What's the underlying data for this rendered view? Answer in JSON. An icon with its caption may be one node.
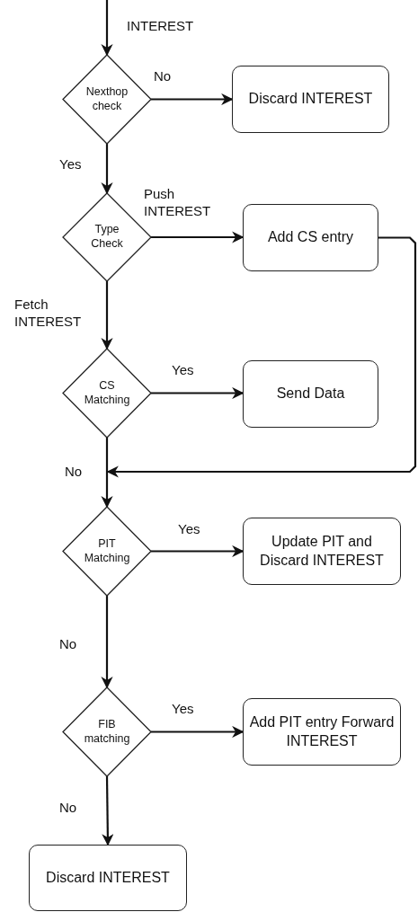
{
  "diagram": {
    "nodes": [
      {
        "text": [
          "Nexthop check"
        ]
      },
      {
        "text": [
          "Discard INTEREST"
        ]
      },
      {
        "text": [
          "Type Check"
        ]
      },
      {
        "text": [
          "Add CS entry"
        ]
      },
      {
        "text": [
          "CS Matching"
        ]
      },
      {
        "text": [
          "Send Data"
        ]
      },
      {
        "text": [
          "PIT Matching"
        ]
      },
      {
        "text": [
          "Update PIT and Discard INTEREST"
        ]
      },
      {
        "text": [
          "FIB matching"
        ]
      },
      {
        "text": [
          "Add PIT entry Forward INTEREST"
        ]
      },
      {
        "text": [
          "Discard INTEREST"
        ]
      }
    ],
    "edges": [
      {
        "from": null,
        "to": 0,
        "arrow": "to",
        "label": "INTEREST"
      },
      {
        "from": 0,
        "to": 1,
        "arrow": "to",
        "label": "No"
      },
      {
        "from": 0,
        "to": 2,
        "arrow": "to",
        "label": "Yes"
      },
      {
        "from": 2,
        "to": 3,
        "arrow": "to",
        "label": "Push INTEREST"
      },
      {
        "from": 2,
        "to": 4,
        "arrow": "to",
        "label": "Fetch INTEREST"
      },
      {
        "from": 4,
        "to": 5,
        "arrow": "to",
        "label": "Yes"
      },
      {
        "from": 3,
        "to": 6,
        "arrow": "to"
      },
      {
        "from": 4,
        "to": 6,
        "arrow": "to",
        "label": "No"
      },
      {
        "from": 6,
        "to": 7,
        "arrow": "to",
        "label": "Yes"
      },
      {
        "from": 6,
        "to": 8,
        "arrow": "to",
        "label": "No"
      },
      {
        "from": 8,
        "to": 9,
        "arrow": "to",
        "label": "Yes"
      },
      {
        "from": 8,
        "to": 10,
        "arrow": "to",
        "label": "No"
      }
    ]
  }
}
